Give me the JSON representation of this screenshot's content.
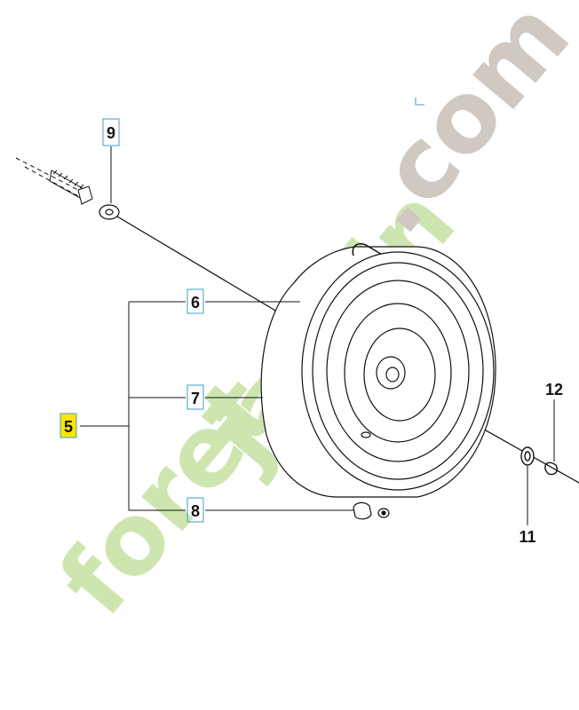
{
  "parts": [
    {
      "id": "callout-5",
      "number": "5",
      "highlight": "#ffe500",
      "boxed": true
    },
    {
      "id": "callout-6",
      "number": "6",
      "boxed": true
    },
    {
      "id": "callout-7",
      "number": "7",
      "boxed": true
    },
    {
      "id": "callout-8",
      "number": "8",
      "boxed": true
    },
    {
      "id": "callout-9",
      "number": "9",
      "boxed": true
    },
    {
      "id": "callout-11",
      "number": "11",
      "boxed": false
    },
    {
      "id": "callout-12",
      "number": "12",
      "boxed": false
    }
  ],
  "watermark": {
    "text_part1": "foret",
    "text_part2": "jardin",
    "text_part3": ".com",
    "color_green": "#cfe5b0",
    "color_orange": "#f6c79a",
    "color_grey": "#cfc9c2"
  },
  "colors": {
    "callout_box": "#3aa0c8",
    "line": "#111111"
  }
}
